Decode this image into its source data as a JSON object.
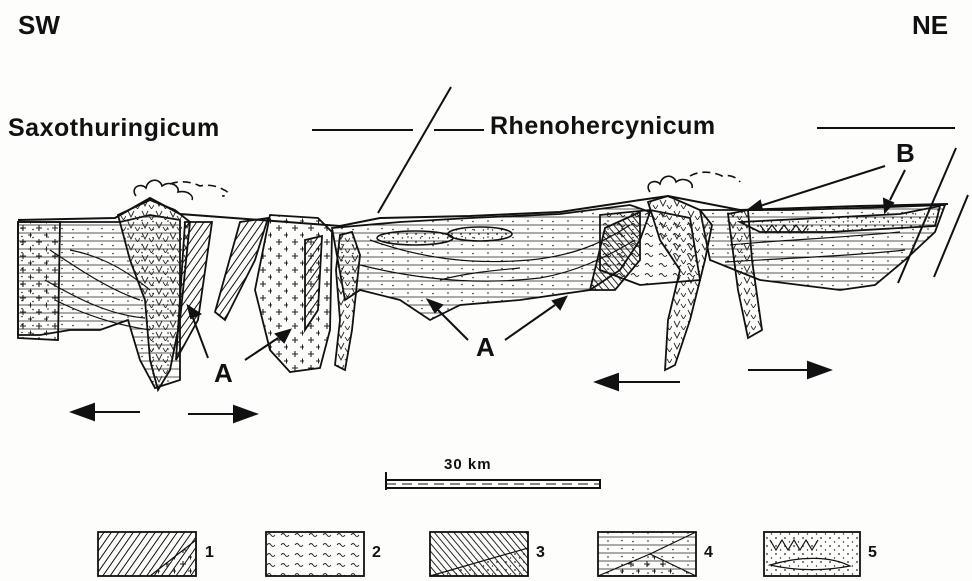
{
  "directions": {
    "left": "SW",
    "right": "NE"
  },
  "regions": {
    "left": "Saxothuringicum",
    "right": "Rhenohercynicum"
  },
  "annotations": {
    "a_left": "A",
    "a_right": "A",
    "b": "B"
  },
  "scale": {
    "label": "30 km"
  },
  "legend": [
    {
      "number": "1"
    },
    {
      "number": "2"
    },
    {
      "number": "3"
    },
    {
      "number": "4"
    },
    {
      "number": "5"
    }
  ]
}
